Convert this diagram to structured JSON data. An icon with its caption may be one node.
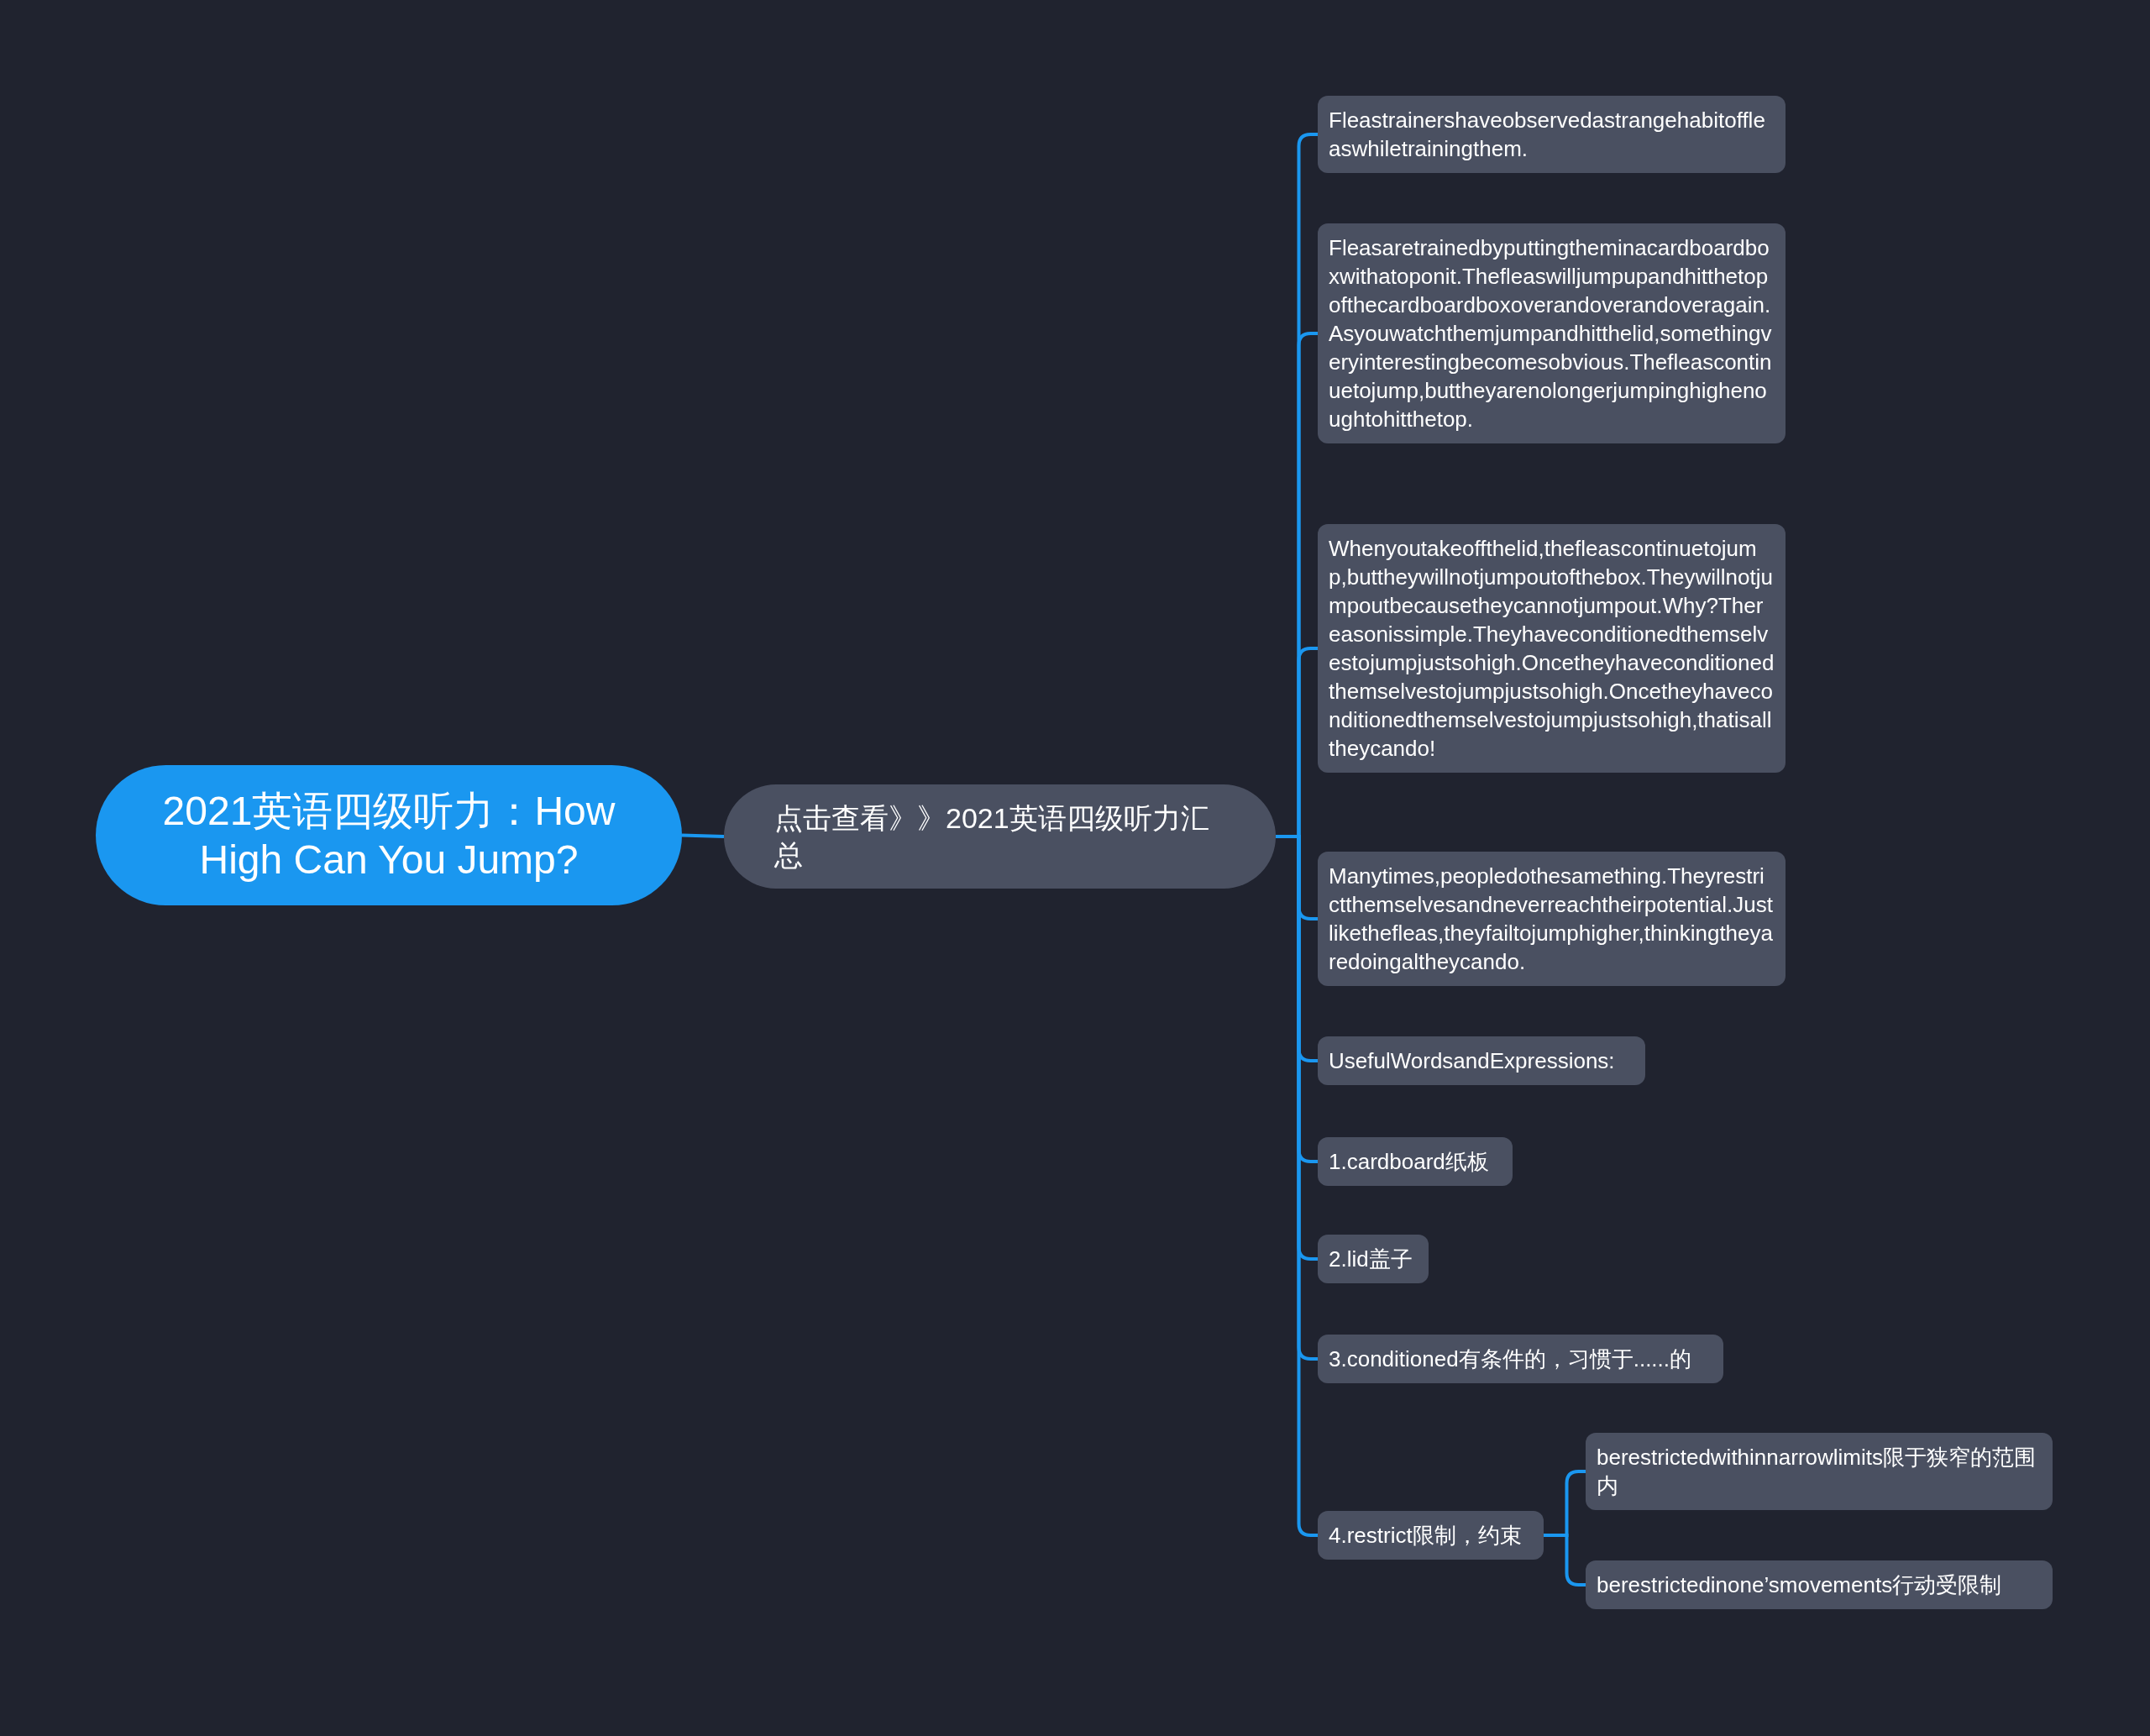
{
  "diagram": {
    "nodes": [
      {
        "text": [
          "2021英语四级听力：How High Can You Jump?"
        ]
      },
      {
        "text": [
          "点击查看》》2021英语四级听力汇总"
        ]
      },
      {
        "text": [
          "Fleastrainershaveobservedastrangehabitoffleaswhiletrainingthem."
        ]
      },
      {
        "text": [
          "Fleasaretrainedbyputtingtheminacardboardboxwithatoponit.Thefleaswilljumpupandhitthetopofthecardboardboxoverandoverandoveragain.Asyouwatchthemjumpandhitthelid,somethingveryinterestingbecomesobvious.Thefleascontinuetojump,buttheyarenolongerjumpinghighenoughtohitthetop."
        ]
      },
      {
        "text": [
          "Whenyoutakeoffthelid,thefleascontinuetojump,buttheywillnotjumpoutofthebox.Theywillnotjumpoutbecausetheycannotjumpout.Why?Thereasonissimple.Theyhaveconditionedthemselvestojumpjustsohigh.Oncetheyhaveconditionedthemselvestojumpjustsohigh.Oncetheyhaveconditionedthemselvestojumpjustsohigh,thatisalltheycando!"
        ]
      },
      {
        "text": [
          "Manytimes,peopledothesamething.Theyrestrictthemselvesandneverreachtheirpotential.Justlikethefleas,theyfailtojumphigher,thinkingtheyaredoingaltheycando."
        ]
      },
      {
        "text": [
          "UsefulWordsandExpressions:"
        ]
      },
      {
        "text": [
          "1.cardboard纸板"
        ]
      },
      {
        "text": [
          "2.lid盖子"
        ]
      },
      {
        "text": [
          "3.conditioned有条件的，习惯于......的"
        ]
      },
      {
        "text": [
          "4.restrict限制，约束"
        ]
      },
      {
        "text": [
          "berestrictedwithinnarrowlimits限于狭窄的范围内"
        ]
      },
      {
        "text": [
          "berestrictedinone’smovements行动受限制"
        ]
      }
    ],
    "edges": [
      {
        "from": 0,
        "to": 1,
        "arrow": "none"
      },
      {
        "from": 1,
        "to": 2,
        "arrow": "none"
      },
      {
        "from": 1,
        "to": 3,
        "arrow": "none"
      },
      {
        "from": 1,
        "to": 4,
        "arrow": "none"
      },
      {
        "from": 1,
        "to": 5,
        "arrow": "none"
      },
      {
        "from": 1,
        "to": 6,
        "arrow": "none"
      },
      {
        "from": 1,
        "to": 7,
        "arrow": "none"
      },
      {
        "from": 1,
        "to": 8,
        "arrow": "none"
      },
      {
        "from": 1,
        "to": 9,
        "arrow": "none"
      },
      {
        "from": 1,
        "to": 10,
        "arrow": "none"
      },
      {
        "from": 10,
        "to": 11,
        "arrow": "none"
      },
      {
        "from": 10,
        "to": 12,
        "arrow": "none"
      }
    ]
  }
}
